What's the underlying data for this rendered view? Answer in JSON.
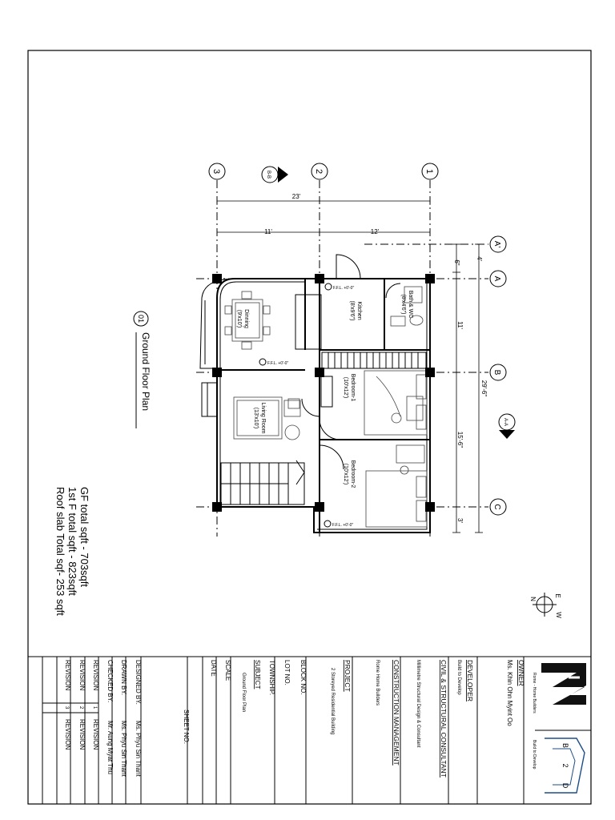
{
  "plan": {
    "title": "Ground Floor Plan",
    "view_number": "01",
    "area_notes": [
      "GF total sqft - 703sqft",
      "1st F total sqft - 823sqft",
      "Roof slab Total sqf- 253 sqft"
    ],
    "grid_numbers": [
      "1",
      "2",
      "3"
    ],
    "grid_letters": [
      "A'",
      "A",
      "B",
      "C"
    ],
    "section_marks": [
      "B-B",
      "A-A"
    ],
    "dim_overall_width": "23'",
    "dim_left_bay": "11'",
    "dim_right_bay": "12'",
    "dim_overall_depth": "29'-6\"",
    "dim_depth_segments": [
      "4'",
      "6\"",
      "11'",
      "15'-6\"",
      "3'"
    ],
    "level_tag": "F.F.L. +0'-0\"",
    "compass": {
      "n": "N",
      "e": "E",
      "w": "W"
    },
    "rooms": {
      "kitchen": {
        "name": "Kitchen",
        "size": "(8'x9'6\")"
      },
      "bath": {
        "name": "Bath & WC",
        "size": "(8'x4'6\")"
      },
      "bedroom1": {
        "name": "Bedroom-1",
        "size": "(10'x12')"
      },
      "bedroom2": {
        "name": "Bedroom-2",
        "size": "(10'x12')"
      },
      "dinning": {
        "name": "Dinning",
        "size": "(9'x10')"
      },
      "living": {
        "name": "Living Room",
        "size": "(13'x10')"
      }
    }
  },
  "title_block": {
    "logo_caption": "Rome - Home Builders",
    "logo2_caption": "Build to Develop",
    "logo2_letters": [
      "B",
      "2",
      "D"
    ],
    "owner_label": "OWNER",
    "owner_value": "Ms. Khin Ohn Myint Oo",
    "developer_label": "DEVELOPER",
    "developer_value": "Build to Develop",
    "consultant_label": "CIVIL & STRUCTURAL CONSULTANT",
    "consultant_value": "Millimetre Structural Design & Consultant",
    "cm_label": "CONSTRUCTION MANAGEMENT",
    "cm_value": "Rome Home Builders",
    "project_label": "PROJECT",
    "project_value": "2 Storeyed Residential Building",
    "block_label": "BLOCK NO.",
    "lot_label": "LOT NO.",
    "township_label": "TOWNSHIP.",
    "subject_label": "SUBJECT",
    "subject_value": "Ground Floor Plan",
    "scale_label": "SCALE",
    "date_label": "DATE",
    "sheet_label": "SHEET NO.",
    "designed_label": "DESIGNED BY.",
    "designed_value": "Ms. Phyu Sin Thant",
    "drawn_label": "DRAWN BY.",
    "drawn_value": "Ms. Phyu Sin Thant",
    "checked_label": "CHECKED BY.",
    "checked_value": "Mr. Aung Myat Thu",
    "revisions": [
      {
        "label": "REVISION",
        "num": "1",
        "value": "REVISION"
      },
      {
        "label": "REVISION",
        "num": "2",
        "value": "REVISION"
      },
      {
        "label": "REVISION",
        "num": "3",
        "value": "REVISION"
      }
    ]
  }
}
